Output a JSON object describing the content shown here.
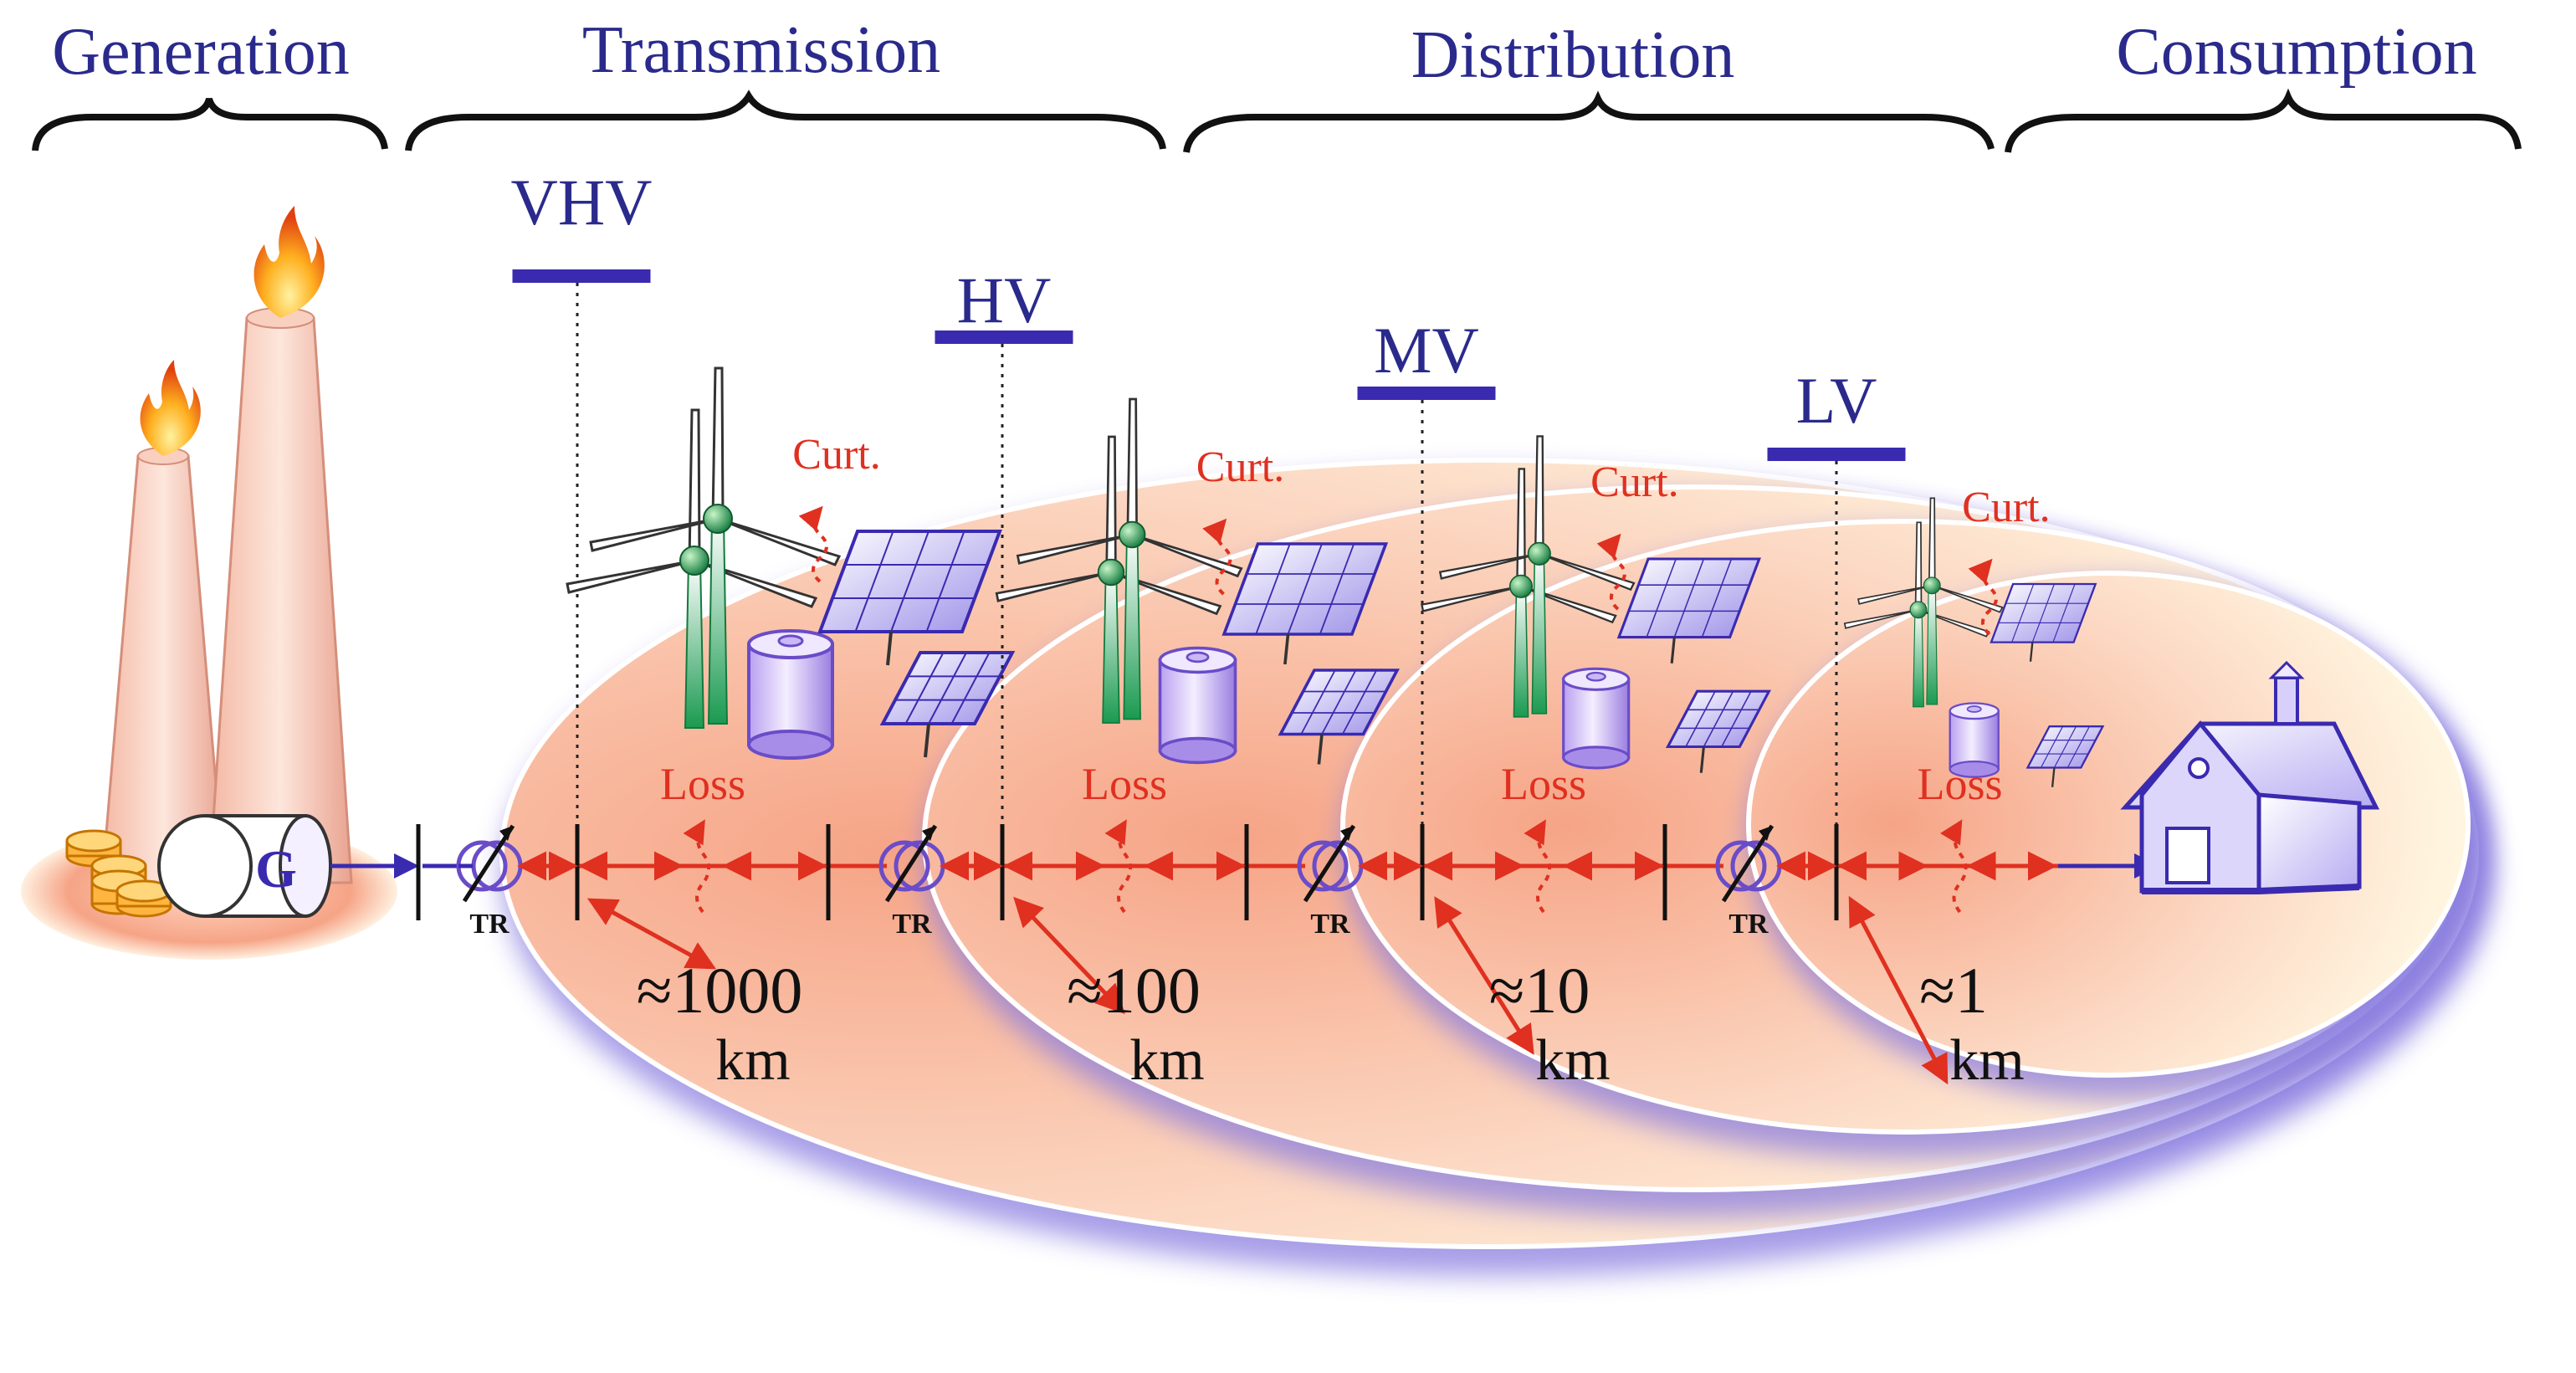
{
  "sections": {
    "generation": "Generation",
    "transmission": "Transmission",
    "distribution": "Distribution",
    "consumption": "Consumption"
  },
  "levels": [
    {
      "label": "VHV",
      "distance": "≈1000",
      "unit": "km"
    },
    {
      "label": "HV",
      "distance": "≈100",
      "unit": "km"
    },
    {
      "label": "MV",
      "distance": "≈10",
      "unit": "km"
    },
    {
      "label": "LV",
      "distance": "≈1",
      "unit": "km"
    }
  ],
  "labels": {
    "curtailment": "Curt.",
    "loss": "Loss",
    "transformer": "TR",
    "generator": "G"
  },
  "colors": {
    "header_blue": "#2a2a8c",
    "bar_blue": "#3a2ab0",
    "loss_red": "#e03020",
    "ellipse_peach": "#f6a486",
    "ellipse_shadow": "#8a7ee0",
    "turbine_green": "#1a9a50"
  }
}
